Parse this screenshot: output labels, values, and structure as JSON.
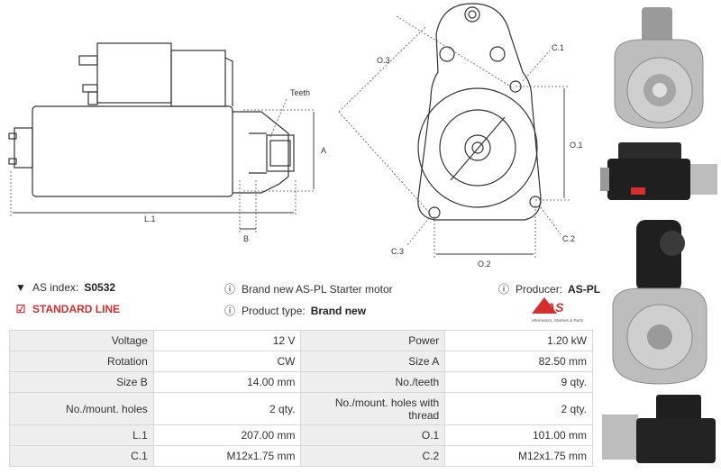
{
  "drawing": {
    "labels": {
      "teeth": "Teeth",
      "a": "A",
      "b": "B",
      "l1": "L.1",
      "o3": "O.3",
      "c1": "C.1",
      "o1": "O.1",
      "c2": "C.2",
      "c3": "C.3",
      "o2": "O.2"
    }
  },
  "info": {
    "as_index_label": "AS index:",
    "as_index_value": "S0532",
    "description": "Brand new AS-PL Starter motor",
    "producer_label": "Producer:",
    "producer_value": "AS-PL",
    "line": "STANDARD LINE",
    "product_type_label": "Product type:",
    "product_type_value": "Brand new",
    "logo_text": "AS",
    "logo_tagline": "Alternators, Starters & Parts",
    "icons": {
      "tag": "tag-icon",
      "info": "info-icon",
      "check": "check-square-icon"
    },
    "colors": {
      "red": "#d32f2f"
    }
  },
  "specs": [
    {
      "l1": "Voltage",
      "v1": "12 V",
      "l2": "Power",
      "v2": "1.20 kW"
    },
    {
      "l1": "Rotation",
      "v1": "CW",
      "l2": "Size A",
      "v2": "82.50 mm"
    },
    {
      "l1": "Size B",
      "v1": "14.00 mm",
      "l2": "No./teeth",
      "v2": "9 qty."
    },
    {
      "l1": "No./mount. holes",
      "v1": "2 qty.",
      "l2": "No./mount. holes with thread",
      "v2": "2 qty."
    },
    {
      "l1": "L.1",
      "v1": "207.00 mm",
      "l2": "O.1",
      "v2": "101.00 mm"
    },
    {
      "l1": "C.1",
      "v1": "M12x1.75 mm",
      "l2": "C.2",
      "v2": "M12x1.75 mm"
    }
  ]
}
